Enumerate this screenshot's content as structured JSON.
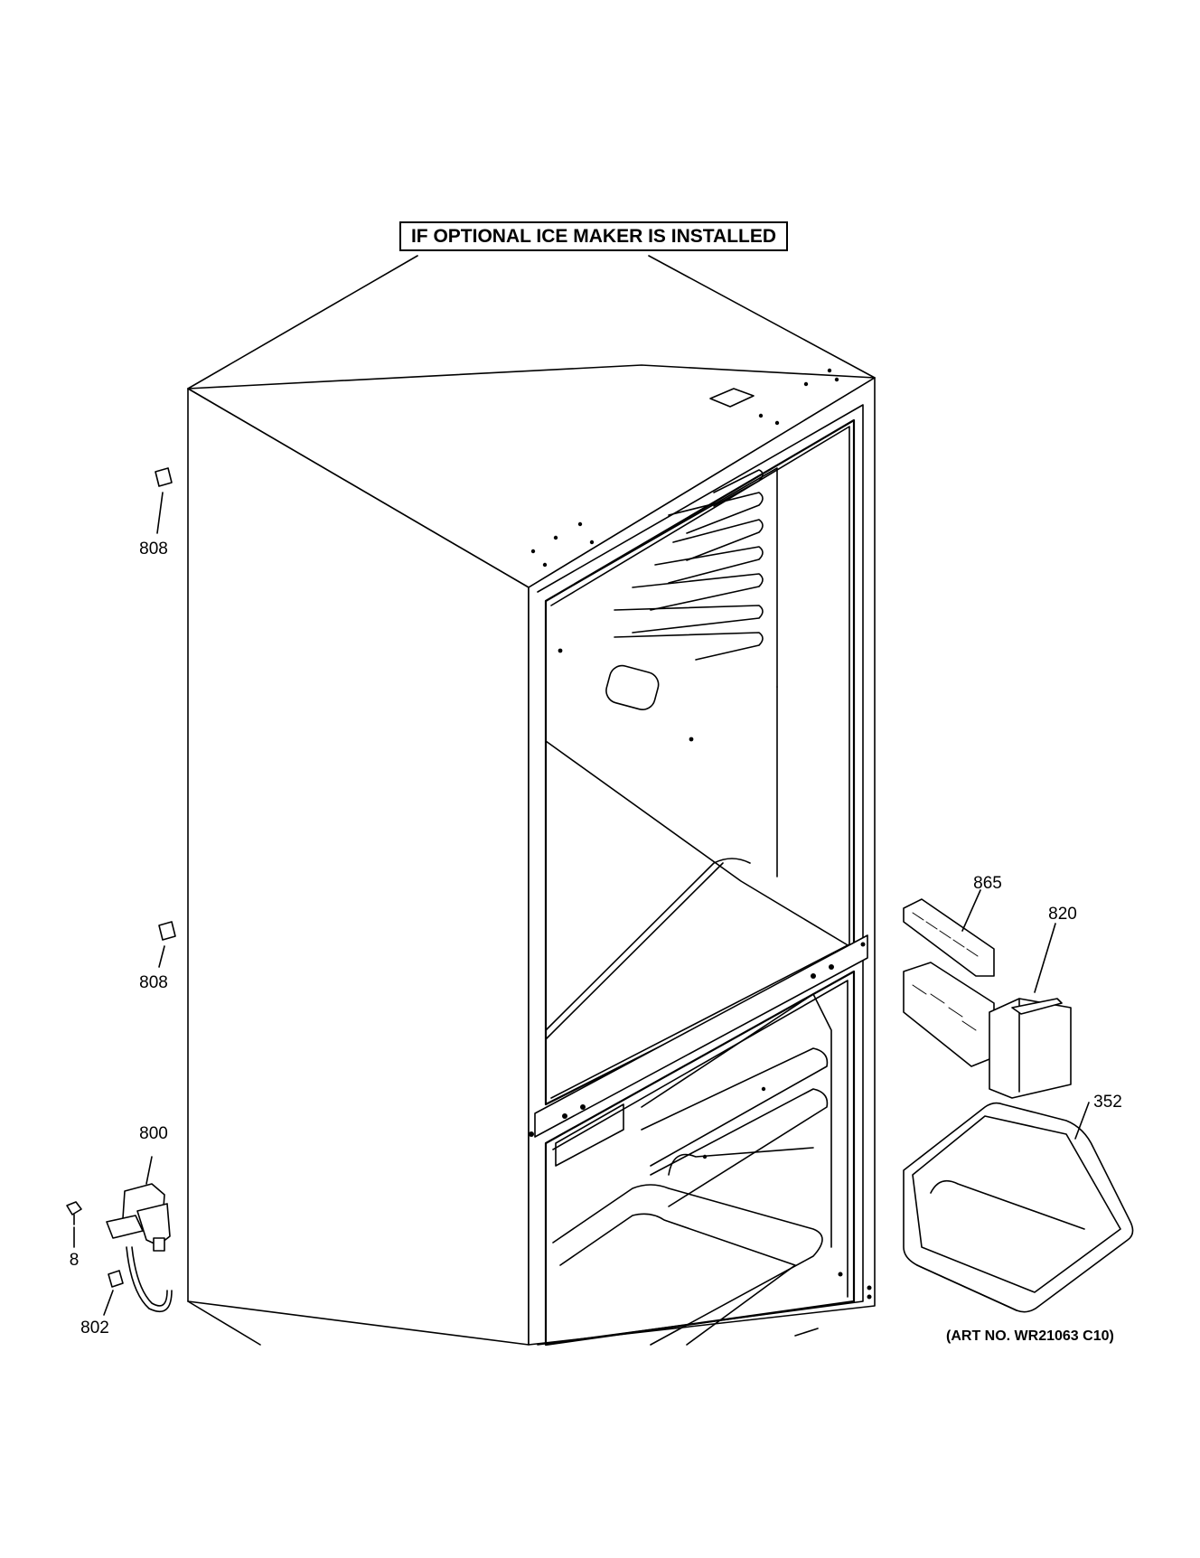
{
  "header": {
    "title": "IF OPTIONAL ICE MAKER IS INSTALLED"
  },
  "callouts": [
    {
      "id": "808a",
      "label": "808"
    },
    {
      "id": "808b",
      "label": "808"
    },
    {
      "id": "800",
      "label": "800"
    },
    {
      "id": "8",
      "label": "8"
    },
    {
      "id": "802",
      "label": "802"
    },
    {
      "id": "865",
      "label": "865"
    },
    {
      "id": "820",
      "label": "820"
    },
    {
      "id": "352",
      "label": "352"
    }
  ],
  "footer": {
    "art_number": "(ART NO. WR21063 C10)"
  }
}
